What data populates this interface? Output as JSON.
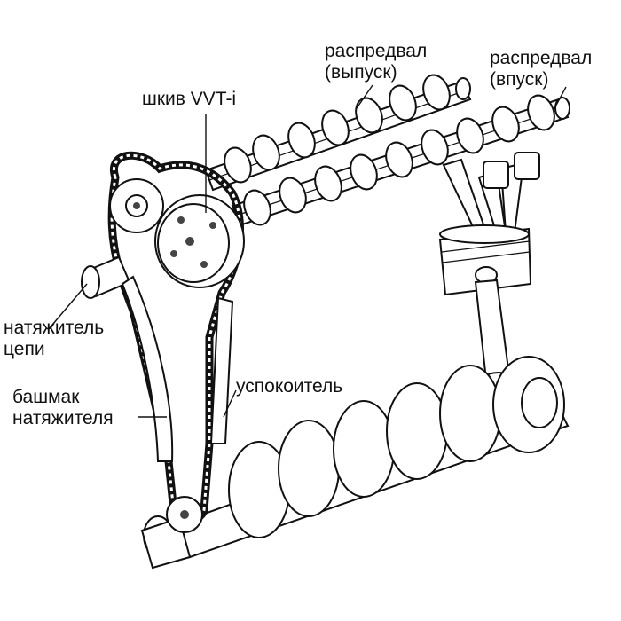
{
  "labels": {
    "exhaust_camshaft": [
      "распредвал",
      "(выпуск)"
    ],
    "intake_camshaft": [
      "распредвал",
      "(впуск)"
    ],
    "vvt_pulley": "шкив VVT-i",
    "chain_tensioner": [
      "натяжитель",
      "цепи"
    ],
    "tensioner_shoe": [
      "башмак",
      "натяжителя"
    ],
    "damper": "успокоитель"
  },
  "colors": {
    "ink": "#111111",
    "background": "#ffffff",
    "shade": "#444444"
  },
  "icons": {
    "chain": "chain-links",
    "sprocket": "gear-sprocket"
  }
}
